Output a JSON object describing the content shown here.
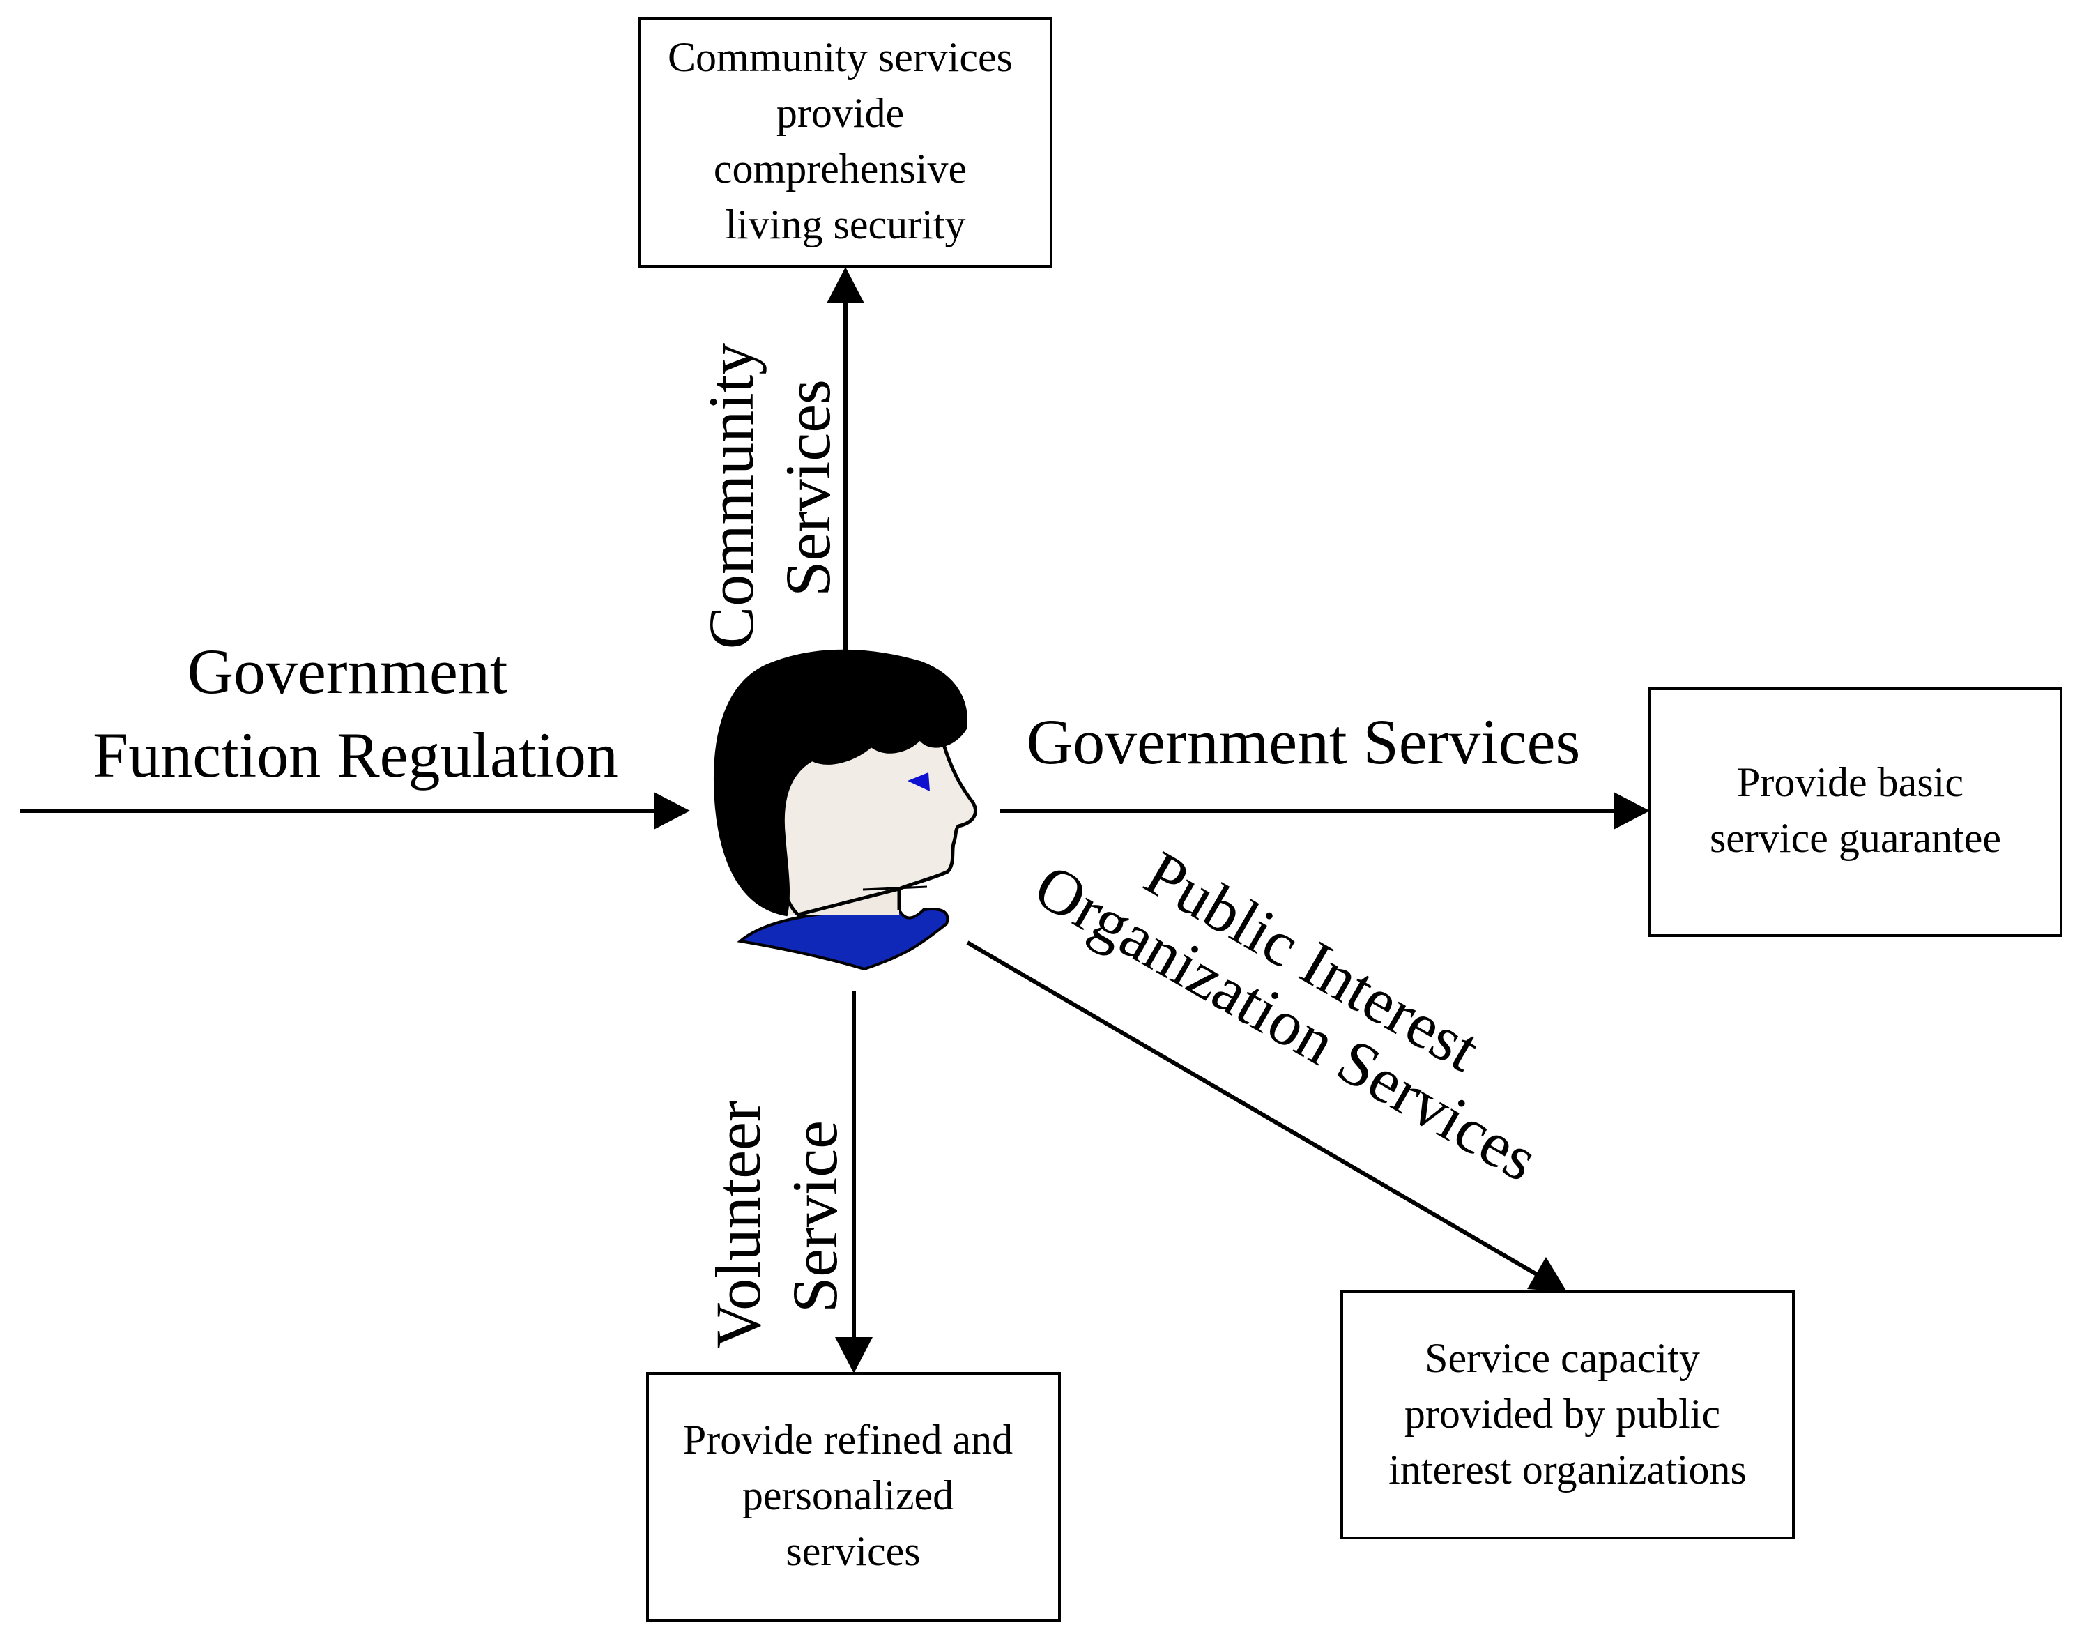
{
  "boxes": {
    "community": [
      "Community services",
      "provide",
      "comprehensive",
      "living security"
    ],
    "government": [
      "Provide basic",
      "service guarantee"
    ],
    "public_interest": [
      "Service capacity",
      "provided by public",
      "interest organizations"
    ],
    "volunteer": [
      "Provide refined and",
      "personalized",
      "services"
    ]
  },
  "labels": {
    "government_function_regulation": [
      "Government",
      "Function Regulation"
    ],
    "community_services": [
      "Community",
      "Services"
    ],
    "government_services": [
      "Government Services"
    ],
    "public_interest_services": [
      "Public Interest",
      "Organization Services"
    ],
    "volunteer_service": [
      "Volunteer",
      "Service"
    ]
  },
  "colors": {
    "line": "#000000",
    "shirt": "#1028b8",
    "eye": "#1010d0",
    "face": "#f1ece6"
  },
  "icons": {
    "center": "person-head-icon"
  }
}
